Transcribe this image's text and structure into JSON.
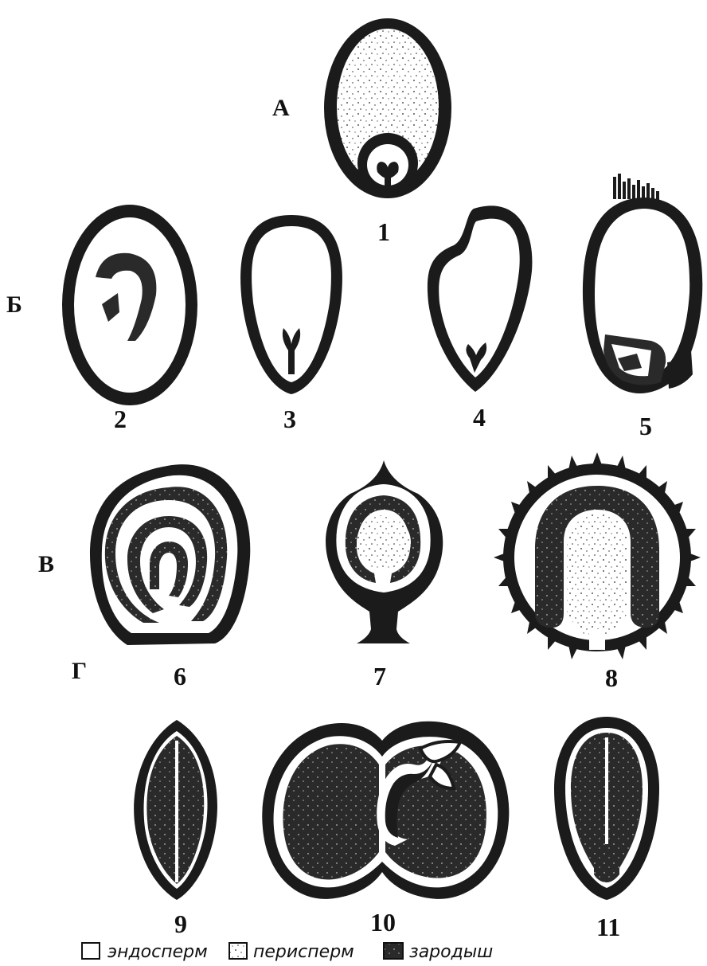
{
  "row_labels": [
    "А",
    "Б",
    "В",
    "Г"
  ],
  "seed_numbers": [
    "1",
    "2",
    "3",
    "4",
    "5",
    "6",
    "7",
    "8",
    "9",
    "10",
    "11"
  ],
  "legend": {
    "endosperm": "эндосперм",
    "perisperm": "перисперм",
    "embryo": "зародыш"
  },
  "colors": {
    "ink": "#111111",
    "embryo_fill": "#2a2a2a",
    "paper": "#ffffff",
    "stipple": "#222222"
  }
}
